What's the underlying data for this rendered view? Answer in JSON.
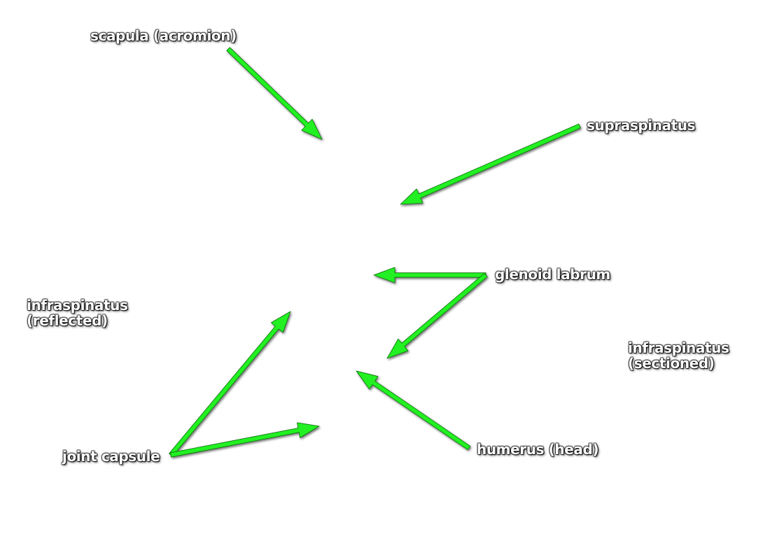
{
  "style": {
    "arrow_color": "#21f020",
    "arrow_outline_color": "#0a6e0a",
    "label_color": "#ffffff",
    "label_shadow_color": "#000000",
    "background": "#ffffff"
  },
  "labels": {
    "scapula": "scapula (acromion)",
    "supraspinatus": "supraspinatus",
    "glenoid_labrum": "glenoid labrum",
    "infraspinatus_reflected": [
      "infraspinatus",
      "(reflected)"
    ],
    "infraspinatus_sectioned": [
      "infraspinatus",
      "(sectioned)"
    ],
    "humerus": "humerus (head)",
    "joint_capsule": "joint capsule"
  }
}
